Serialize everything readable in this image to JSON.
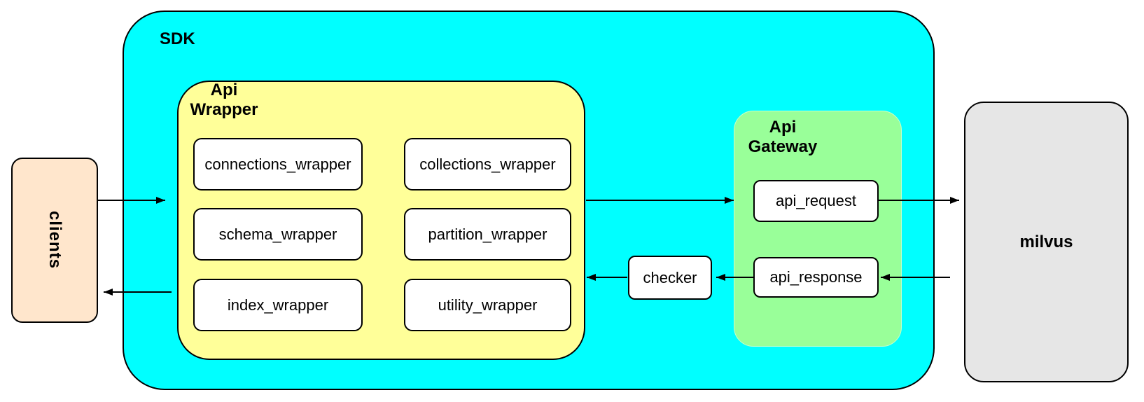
{
  "clients": {
    "label": "clients"
  },
  "sdk": {
    "label": "SDK"
  },
  "api_wrapper": {
    "title_line1": "Api",
    "title_line2": "Wrapper",
    "items": [
      "connections_wrapper",
      "collections_wrapper",
      "schema_wrapper",
      "partition_wrapper",
      "index_wrapper",
      "utility_wrapper"
    ]
  },
  "checker": {
    "label": "checker"
  },
  "api_gateway": {
    "title_line1": "Api",
    "title_line2": "Gateway",
    "request": "api_request",
    "response": "api_response"
  },
  "milvus": {
    "label": "milvus"
  },
  "colors": {
    "sdk_fill": "#00ffff",
    "api_wrapper_fill": "#ffff99",
    "api_gateway_fill": "#99ff99",
    "clients_fill": "#ffe6cc",
    "milvus_fill": "#e6e6e6",
    "node_fill": "#ffffff",
    "stroke": "#000000"
  }
}
